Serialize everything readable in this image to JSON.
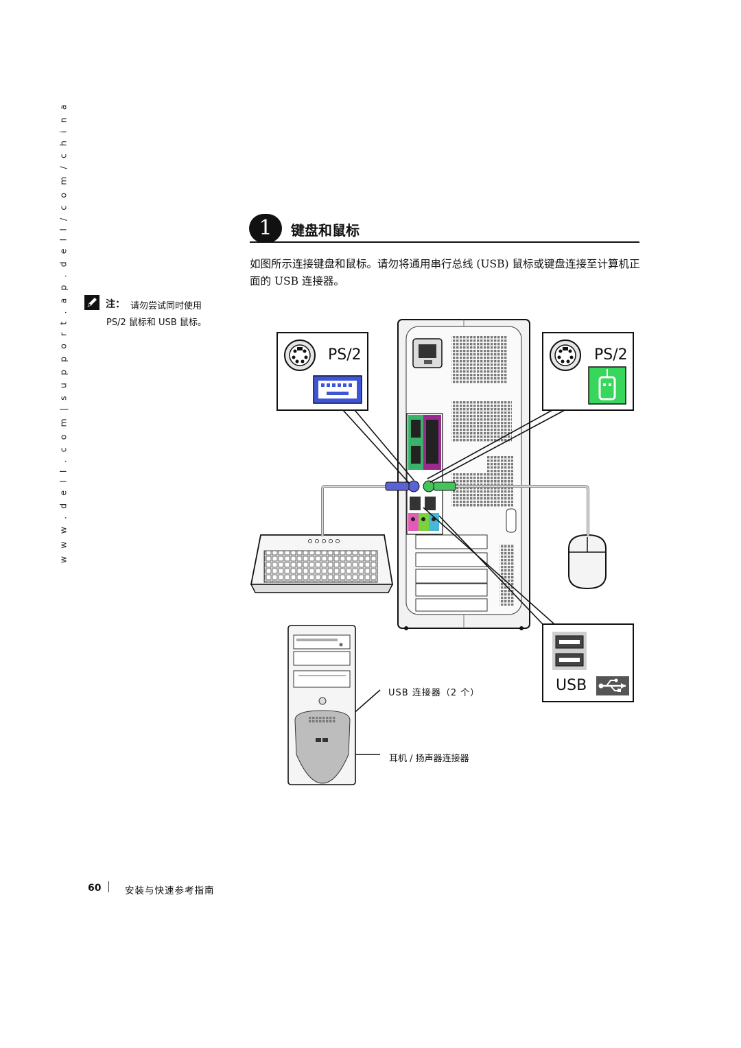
{
  "side_url": "w w w . d e l l . c o m  |  s u p p o r t . a p . d e l l / c o m / c h i n a",
  "step": {
    "number": "1",
    "title": "键盘和鼠标",
    "intro": "如图所示连接键盘和鼠标。请勿将通用串行总线 (USB) 鼠标或键盘连接至计算机正面的 USB 连接器。"
  },
  "note": {
    "label": "注：",
    "line1": "请勿尝试同时使用",
    "line2": "PS/2 鼠标和 USB 鼠标。"
  },
  "diagram": {
    "ps2_keyboard_label": "PS/2",
    "ps2_mouse_label": "PS/2",
    "usb_label": "USB",
    "usb_callout": "USB 连接器（2 个）",
    "audio_callout": "耳机 / 扬声器连接器"
  },
  "footer": {
    "page_number": "60",
    "title": "安装与快速参考指南"
  }
}
